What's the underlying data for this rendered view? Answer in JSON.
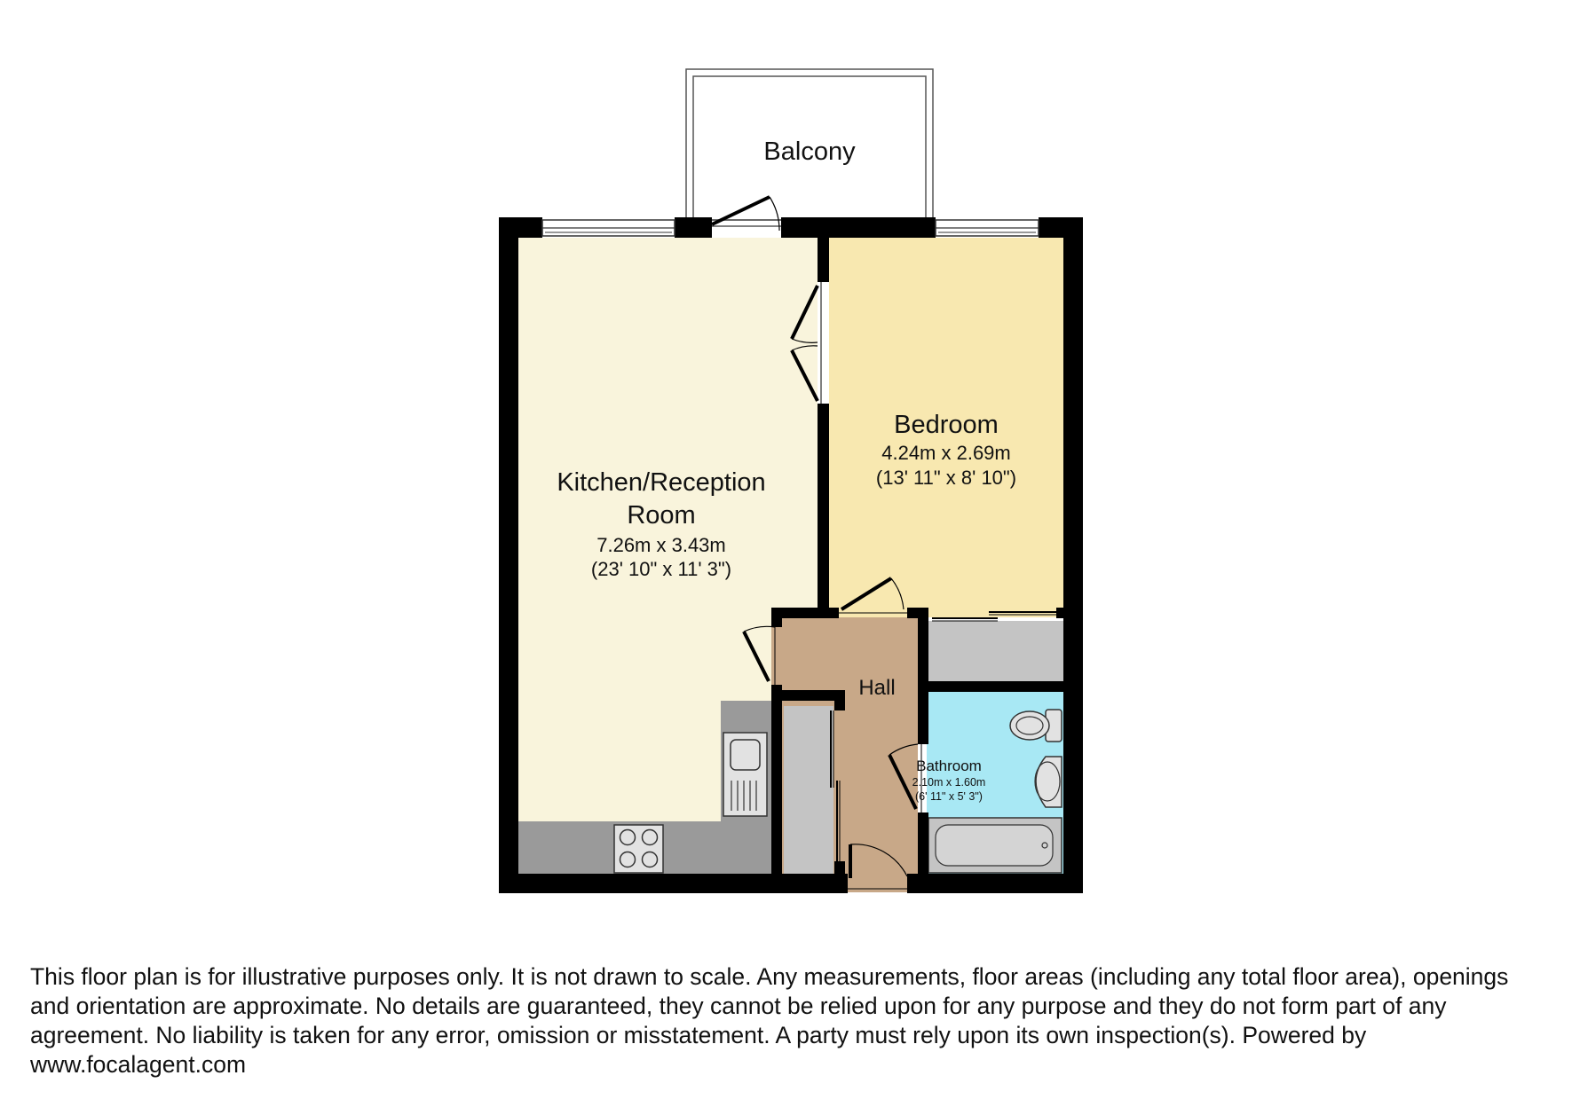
{
  "colors": {
    "wall": "#000000",
    "kitchen_fill": "#f9f4dc",
    "bedroom_fill": "#f8e8b0",
    "hall_fill": "#c8a888",
    "bathroom_fill": "#a8e8f4",
    "storage_fill": "#c4c4c4",
    "worktop_fill": "#9a9a9a",
    "fixture_fill": "#e2e2e2"
  },
  "rooms": {
    "balcony": {
      "name": "Balcony"
    },
    "kitchen": {
      "name_line1": "Kitchen/Reception",
      "name_line2": "Room",
      "metric": "7.26m x 3.43m",
      "imperial": "(23' 10\" x 11' 3\")"
    },
    "bedroom": {
      "name": "Bedroom",
      "metric": "4.24m x 2.69m",
      "imperial": "(13' 11\" x 8' 10\")"
    },
    "hall": {
      "name": "Hall"
    },
    "bathroom": {
      "name": "Bathroom",
      "metric": "2.10m x 1.60m",
      "imperial": "(6' 11\" x 5' 3\")"
    }
  },
  "fixtures": {
    "icons": [
      "sink-icon",
      "hob-icon",
      "toilet-icon",
      "basin-icon",
      "bath-icon",
      "window-icon",
      "door-swing-icon"
    ]
  },
  "disclaimer": "This floor plan is for illustrative purposes only. It is not drawn to scale. Any measurements, floor areas (including any total floor area), openings and orientation are approximate. No details are guaranteed, they cannot be relied upon for any purpose and they do not form part of any agreement. No liability is taken for any error, omission or misstatement. A party must rely upon its own inspection(s). Powered by www.focalagent.com"
}
